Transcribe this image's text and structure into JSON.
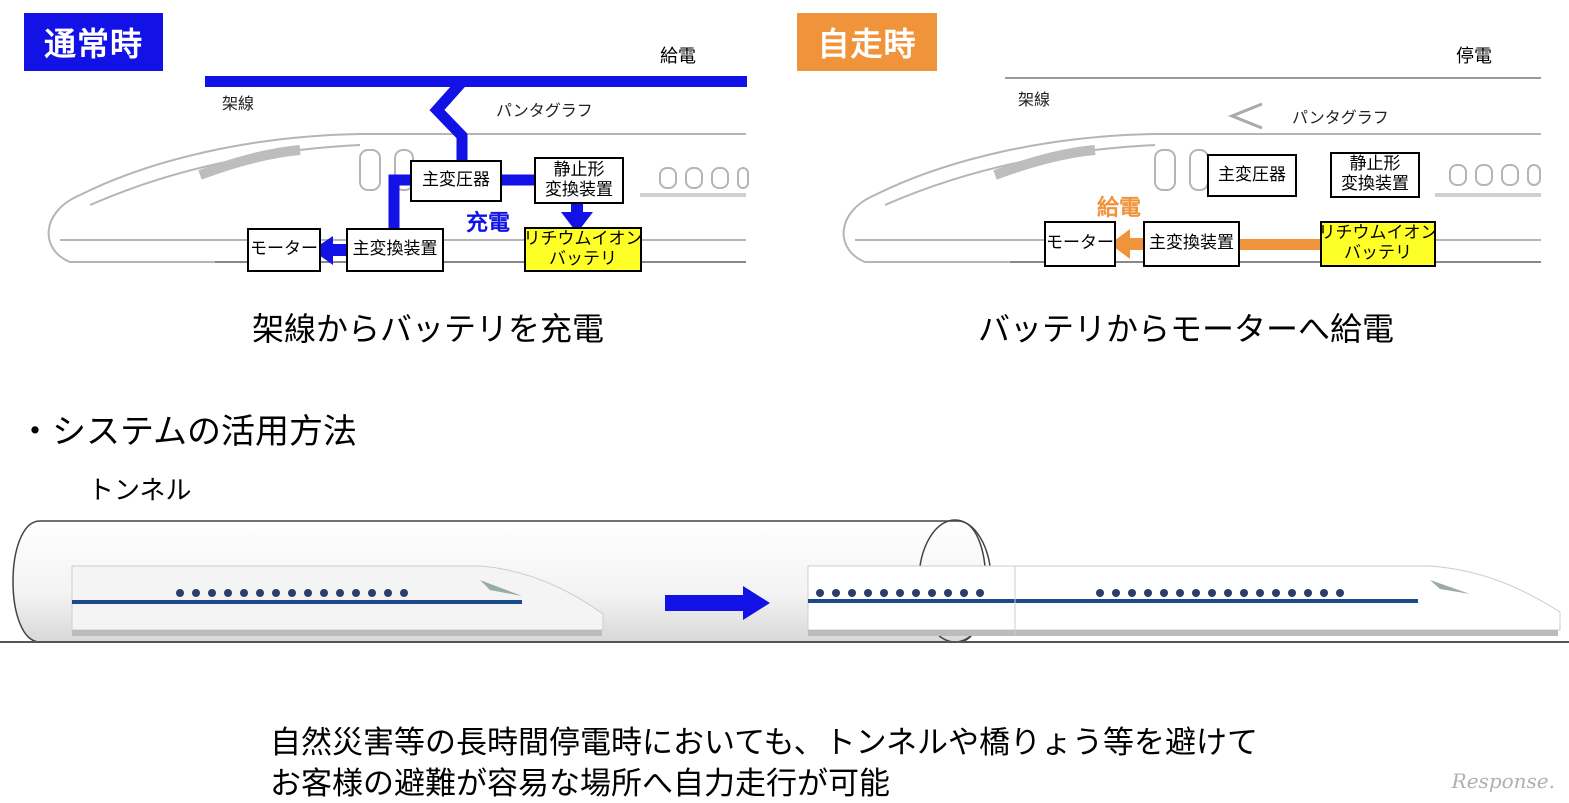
{
  "panels": {
    "normal": {
      "tag": "通常時",
      "power_status": "給電",
      "overhead_wire": "架線",
      "pantograph": "パンタグラフ",
      "transformer": "主変圧器",
      "static_converter_line1": "静止形",
      "static_converter_line2": "変換装置",
      "charge_label": "充電",
      "motor": "モーター",
      "main_converter": "主変換装置",
      "battery_line1": "リチウムイオン",
      "battery_line2": "バッテリ",
      "caption": "架線からバッテリを充電"
    },
    "self_propelled": {
      "tag": "自走時",
      "power_status": "停電",
      "overhead_wire": "架線",
      "pantograph": "パンタグラフ",
      "transformer": "主変圧器",
      "static_converter_line1": "静止形",
      "static_converter_line2": "変換装置",
      "supply_label": "給電",
      "motor": "モーター",
      "main_converter": "主変換装置",
      "battery_line1": "リチウムイオン",
      "battery_line2": "バッテリ",
      "caption": "バッテリからモーターへ給電"
    }
  },
  "usage": {
    "heading": "・システムの活用方法",
    "tunnel_label": "トンネル",
    "description_line1": "自然災害等の長時間停電時においても、トンネルや橋りょう等を避けて",
    "description_line2": "お客様の避難が容易な場所へ自力走行が可能"
  },
  "watermark": "Response.",
  "colors": {
    "normal_accent": "#1212e6",
    "self_accent": "#f0943c",
    "battery_fill": "#ffff28",
    "train_stripe": "#1a4a8a"
  }
}
